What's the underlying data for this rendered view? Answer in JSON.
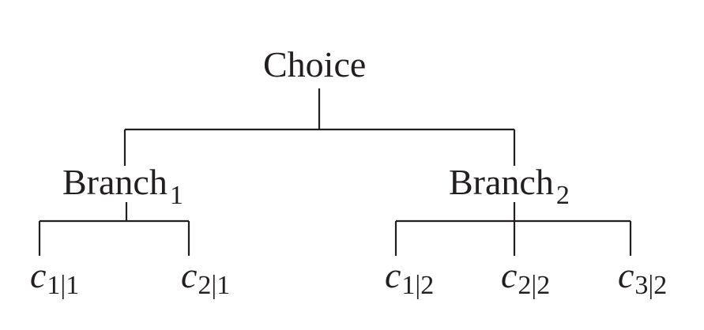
{
  "diagram": {
    "root": {
      "label": "Choice"
    },
    "branches": [
      {
        "label": "Branch",
        "subscript": "1",
        "leaves": [
          {
            "var": "c",
            "subscript": "1|1"
          },
          {
            "var": "c",
            "subscript": "2|1"
          }
        ]
      },
      {
        "label": "Branch",
        "subscript": "2",
        "leaves": [
          {
            "var": "c",
            "subscript": "1|2"
          },
          {
            "var": "c",
            "subscript": "2|2"
          },
          {
            "var": "c",
            "subscript": "3|2"
          }
        ]
      }
    ],
    "line_color": "#231f20",
    "text_color": "#231f20"
  }
}
